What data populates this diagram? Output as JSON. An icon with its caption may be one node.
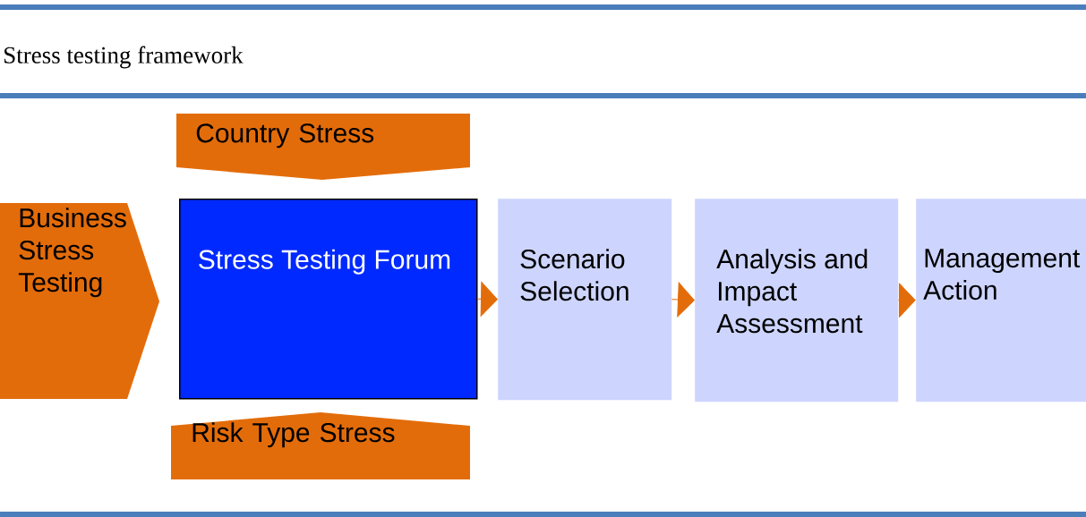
{
  "diagram": {
    "title": "Stress testing framework",
    "nodes": [
      {
        "text": [
          "Country Stress"
        ]
      },
      {
        "text": [
          "Business Stress Testing"
        ]
      },
      {
        "text": [
          "Stress Testing Forum"
        ]
      },
      {
        "text": [
          "Scenario Selection"
        ]
      },
      {
        "text": [
          "Analysis and Impact Assessment"
        ]
      },
      {
        "text": [
          "Management Action"
        ]
      },
      {
        "text": [
          "Risk Type Stress"
        ]
      }
    ],
    "edges": [
      {
        "from": 2,
        "to": 3,
        "arrow": "to"
      },
      {
        "from": 3,
        "to": 4,
        "arrow": "to"
      },
      {
        "from": 4,
        "to": 5,
        "arrow": "to"
      }
    ]
  }
}
